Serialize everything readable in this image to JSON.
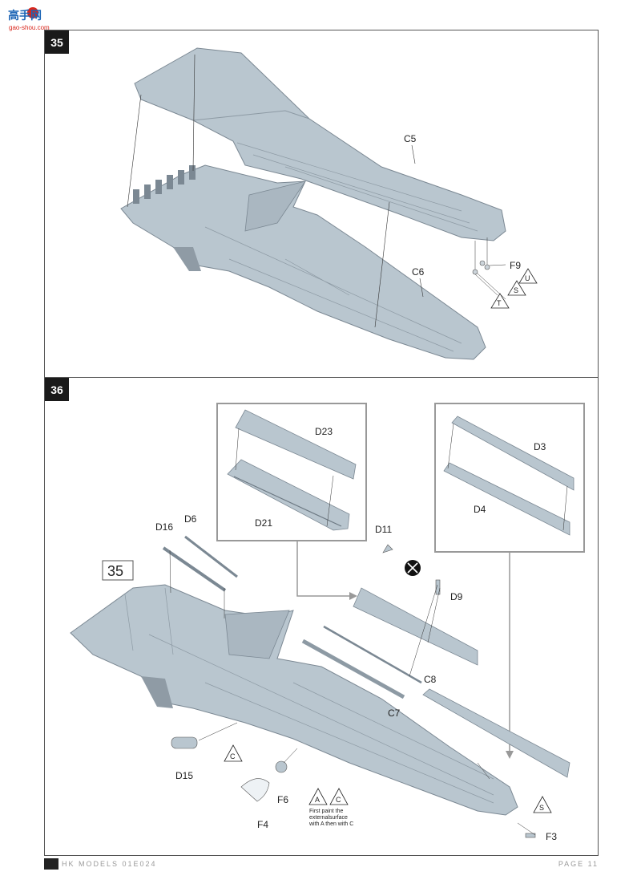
{
  "watermark": {
    "text_main": "高手网",
    "text_sub": "gao-shou.com"
  },
  "steps": [
    {
      "number": "35",
      "parts": {
        "c5": "C5",
        "c6": "C6",
        "f9": "F9"
      },
      "colors": {
        "u": "U",
        "s": "S",
        "t": "T"
      }
    },
    {
      "number": "36",
      "parts": {
        "d23": "D23",
        "d21": "D21",
        "d3": "D3",
        "d4": "D4",
        "d11": "D11",
        "d16": "D16",
        "d6": "D6",
        "d9": "D9",
        "c8": "C8",
        "c7": "C7",
        "d15": "D15",
        "f6": "F6",
        "f4": "F4",
        "f3": "F3"
      },
      "colors": {
        "c_left": "C",
        "a": "A",
        "c_right": "C",
        "s": "S"
      },
      "ref_step": "35",
      "note_lines": [
        "First paint the",
        "externalsurface",
        "with A then with C"
      ]
    }
  ],
  "footer": {
    "brand": "HK MODELS 01E024",
    "page": "PAGE 11"
  }
}
